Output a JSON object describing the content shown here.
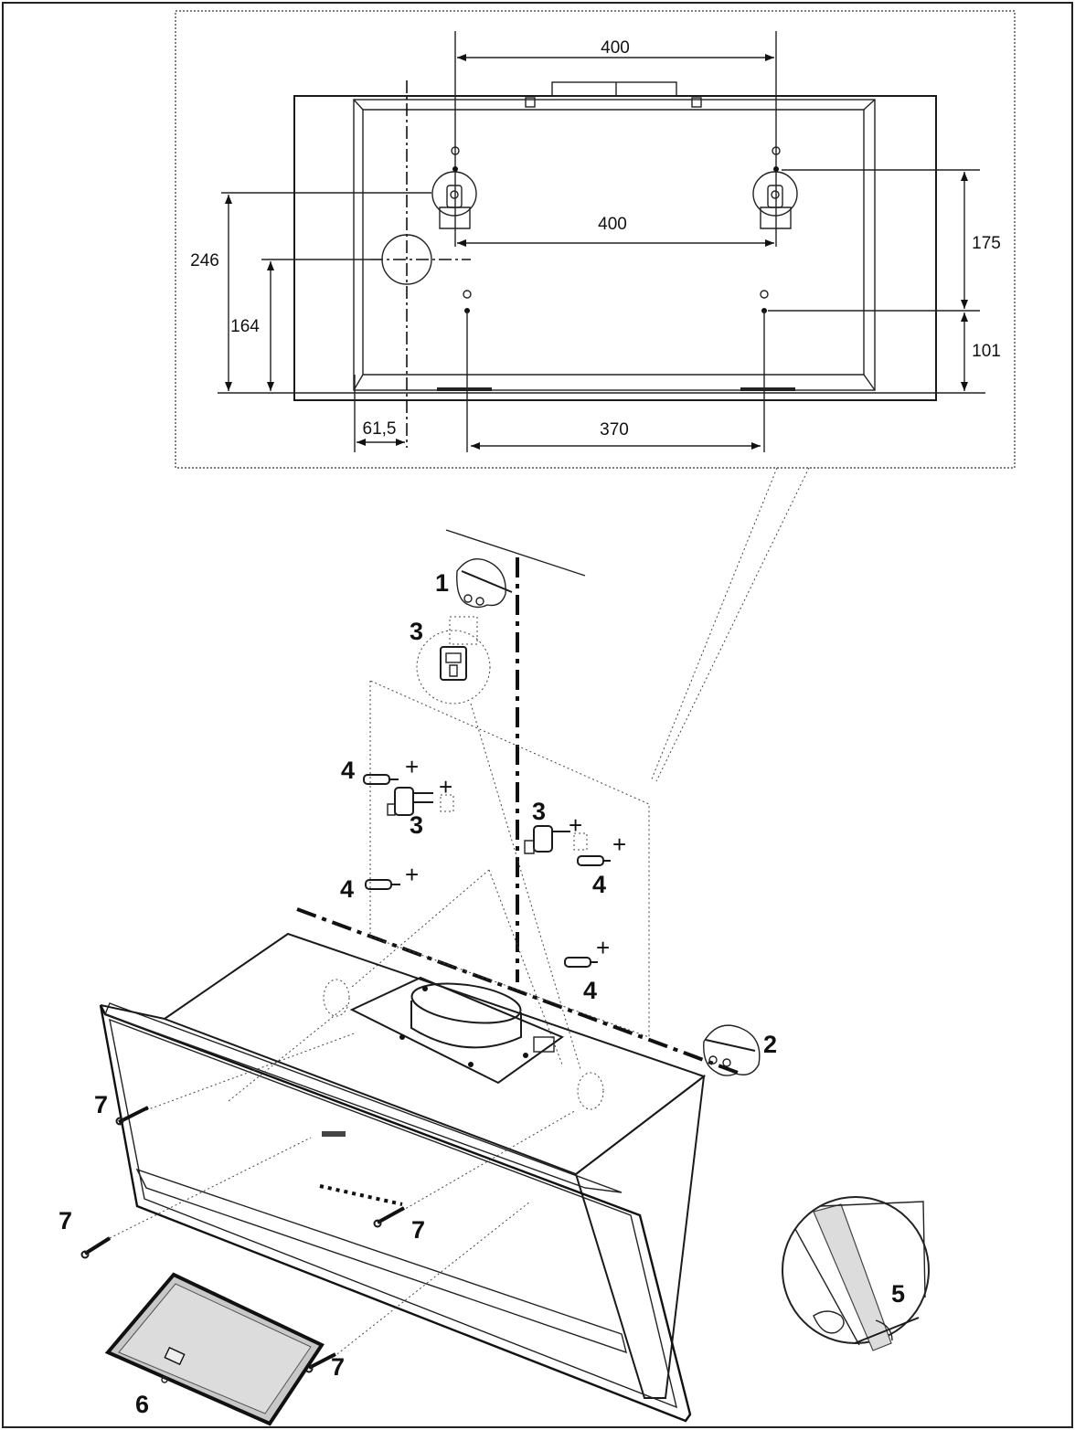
{
  "dimensions": {
    "top_width": "400",
    "bracket_spacing": "400",
    "total_height": "246",
    "outlet_height": "164",
    "bracket_height": "175",
    "lower_height": "101",
    "side_offset": "61,5",
    "bottom_spacing": "370"
  },
  "callouts": {
    "c1": "1",
    "c2": "2",
    "c3_top": "3",
    "c3_left": "3",
    "c3_right": "3",
    "c4_left_top": "4",
    "c4_left_bottom": "4",
    "c4_right_top": "4",
    "c4_right_bottom": "4",
    "c5": "5",
    "c6": "6",
    "c7_top_left": "7",
    "c7_mid_left": "7",
    "c7_center": "7",
    "c7_bottom": "7"
  },
  "colors": {
    "line": "#111111",
    "filter_fill": "#c8c8c8",
    "glass_fill": "#dcdcdc"
  }
}
